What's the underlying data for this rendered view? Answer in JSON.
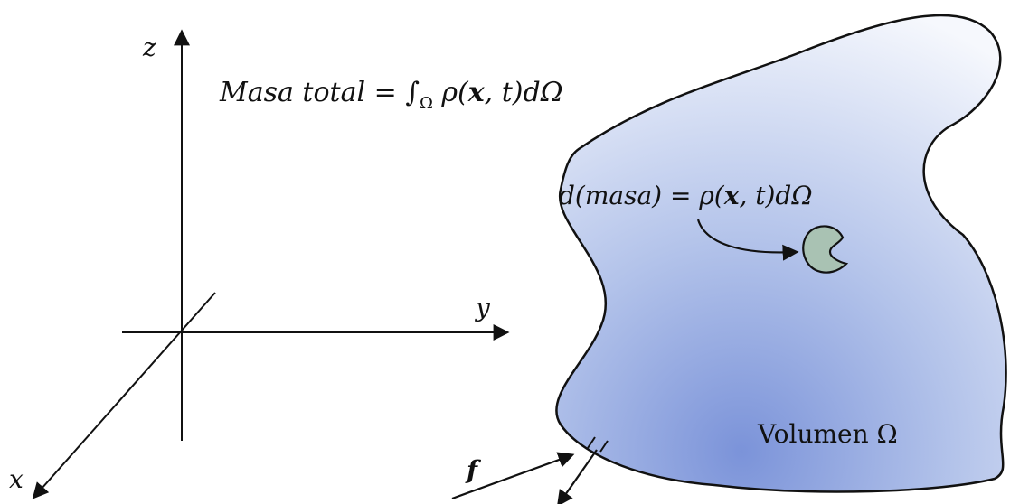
{
  "axes": {
    "z_label": "z",
    "y_label": "y",
    "x_label": "x"
  },
  "equations": {
    "total_mass": "Masa total = ∫Ω ρ(x, t)dΩ",
    "total_mass_lhs": "Masa total",
    "total_mass_eq": " = ",
    "total_mass_integral": "∫",
    "total_mass_sub": "Ω",
    "total_mass_rho": " ρ(",
    "total_mass_x": "x",
    "total_mass_rest": ", t)dΩ",
    "mass_element": "d(masa) = ρ(x, t)dΩ",
    "mass_element_lhs": "d(masa) = ρ(",
    "mass_element_x": "x",
    "mass_element_rest": ", t)dΩ"
  },
  "labels": {
    "volume": "Volumen Ω",
    "force": "f"
  },
  "colors": {
    "region_dark": "#7b93d9",
    "region_light": "#f4f6fc",
    "element_fill": "#a9c2b3",
    "stroke": "#111111"
  }
}
